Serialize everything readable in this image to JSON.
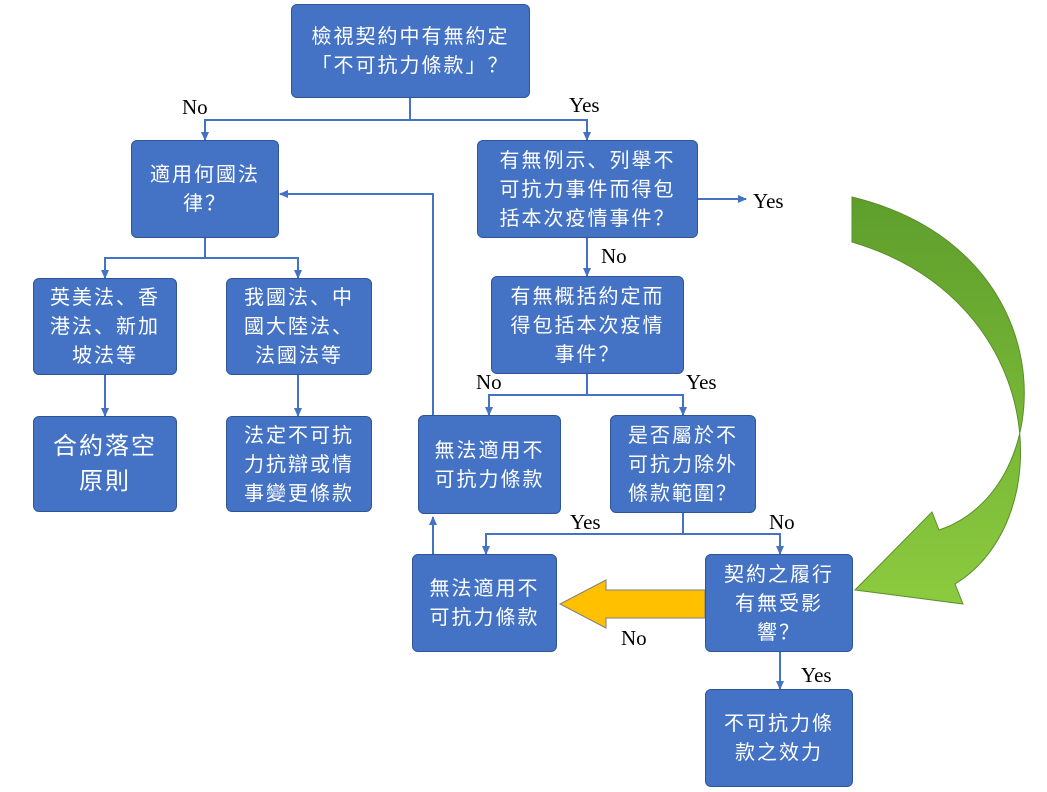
{
  "colors": {
    "box_fill": "#4472C4",
    "box_border": "#2F5597",
    "connector": "#4472C4",
    "green_arrow": "#6FAE2E",
    "yellow_arrow": "#FFC000"
  },
  "nodes": {
    "root": "檢視契約中有無約定\n「不可抗力條款」？",
    "governing_law": "適用何國法\n律？",
    "common_law": "英美法、香\n港法、新加\n坡法等",
    "civil_law": "我國法、中\n國大陸法、\n法國法等",
    "frustration": "合約落空\n原則",
    "statutory": "法定不可抗\n力抗辯或情\n事變更條款",
    "enumerated": "有無例示、列舉不\n可抗力事件而得包\n括本次疫情事件？",
    "general": "有無概括約定而\n得包括本次疫情\n事件？",
    "not_applicable_1": "無法適用不\n可抗力條款",
    "exclusion": "是否屬於不\n可抗力除外\n條款範圍？",
    "not_applicable_2": "無法適用不\n可抗力條款",
    "performance": "契約之履行\n有無受影響？",
    "effect": "不可抗力條\n款之效力"
  },
  "labels": {
    "root_no": "No",
    "root_yes": "Yes",
    "enumerated_yes": "Yes",
    "enumerated_no": "No",
    "general_no": "No",
    "general_yes": "Yes",
    "exclusion_yes": "Yes",
    "exclusion_no": "No",
    "performance_no": "No",
    "performance_yes": "Yes"
  }
}
